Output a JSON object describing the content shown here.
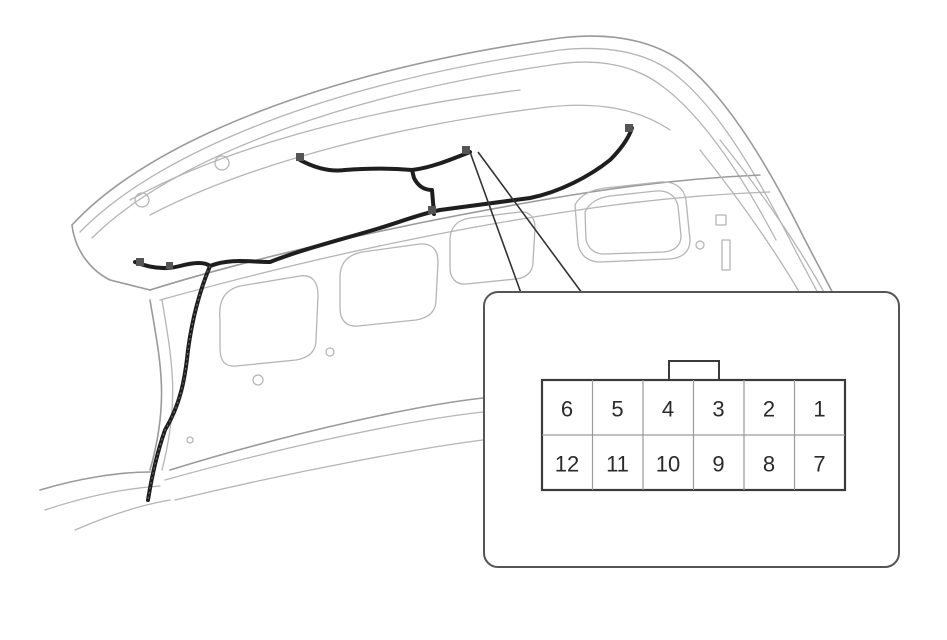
{
  "diagram": {
    "subject": "trunk lid wiring harness",
    "callout": {
      "component": "harness connector (12-pin)",
      "pins_top_row": [
        "6",
        "5",
        "4",
        "3",
        "2",
        "1"
      ],
      "pins_bottom_row": [
        "12",
        "11",
        "10",
        "9",
        "8",
        "7"
      ]
    },
    "colors": {
      "outline": "#9a9a9a",
      "harness": "#1e1e1e",
      "callout_border": "#555555",
      "connector_border": "#3a3a3a"
    }
  }
}
